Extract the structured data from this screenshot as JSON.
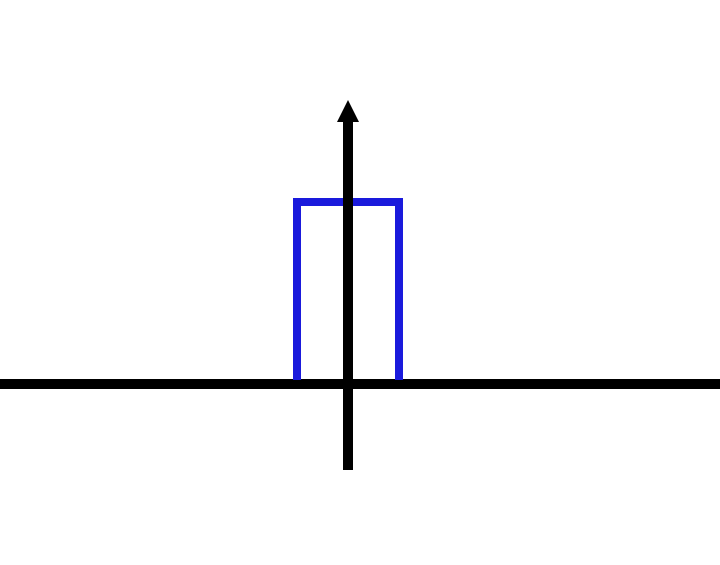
{
  "diagram": {
    "type": "rectangular-pulse",
    "colors": {
      "background": "#ffffff",
      "axes": "#000000",
      "pulse": "#1a1adc"
    },
    "axes": {
      "horizontal": {
        "arrowhead": false
      },
      "vertical": {
        "arrowhead": true,
        "direction": "up"
      }
    },
    "pulse": {
      "shape": "rectangle",
      "centered_on_vertical_axis": true,
      "open_at_baseline": true
    }
  }
}
